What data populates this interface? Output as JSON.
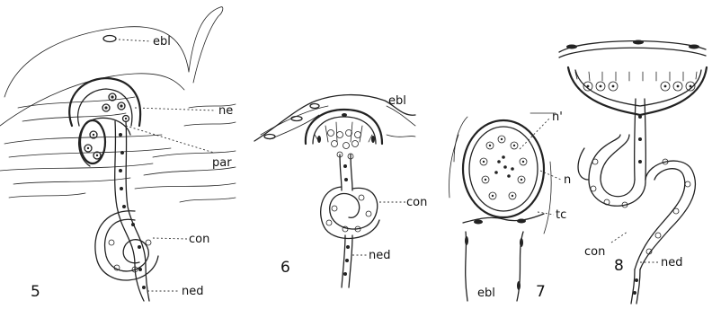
{
  "figures": [
    {
      "number": "5",
      "labels": [
        "ebl",
        "ne",
        "par",
        "con",
        "ned"
      ]
    },
    {
      "number": "6",
      "labels": [
        "ebl",
        "con",
        "ned"
      ]
    },
    {
      "number": "7",
      "labels": [
        "n'",
        "n",
        "tc",
        "ebl"
      ]
    },
    {
      "number": "8",
      "labels": [
        "con",
        "ned"
      ]
    }
  ]
}
